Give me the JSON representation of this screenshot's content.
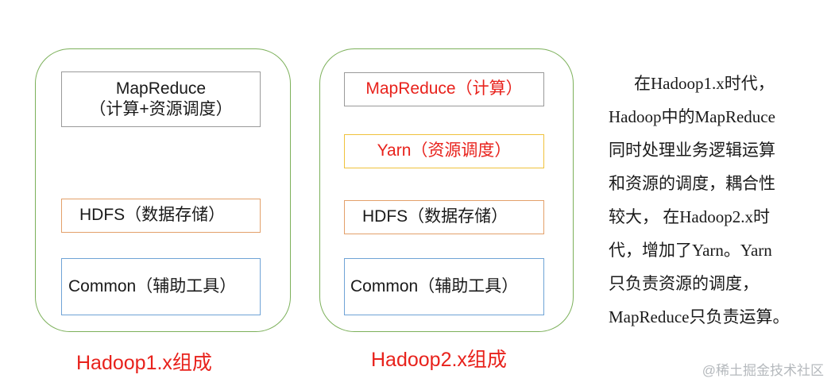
{
  "hadoop1": {
    "caption": "Hadoop1.x组成",
    "mapreduce": {
      "line1": "MapReduce",
      "line2": "（计算+资源调度）"
    },
    "hdfs": "HDFS（数据存储）",
    "common": "Common（辅助工具）"
  },
  "hadoop2": {
    "caption": "Hadoop2.x组成",
    "mapreduce": "MapReduce（计算）",
    "yarn": "Yarn（资源调度）",
    "hdfs": "HDFS（数据存储）",
    "common": "Common（辅助工具）"
  },
  "explanation": {
    "lines": [
      "在Hadoop1.x时代，",
      "Hadoop中的MapReduce",
      "同时处理业务逻辑运算",
      "和资源的调度，耦合性",
      "较大， 在Hadoop2.x时",
      "代，增加了Yarn。Yarn",
      "只负责资源的调度，",
      "MapReduce只负责运算。"
    ]
  },
  "watermark": "@稀土掘金技术社区",
  "colors": {
    "container_border": "#7cb05a",
    "mapreduce_border": "#9a9a9a",
    "hdfs_border": "#e3a06a",
    "common_border": "#6fa3d6",
    "yarn_border": "#f0c23c",
    "highlight_text": "#e8221c"
  }
}
